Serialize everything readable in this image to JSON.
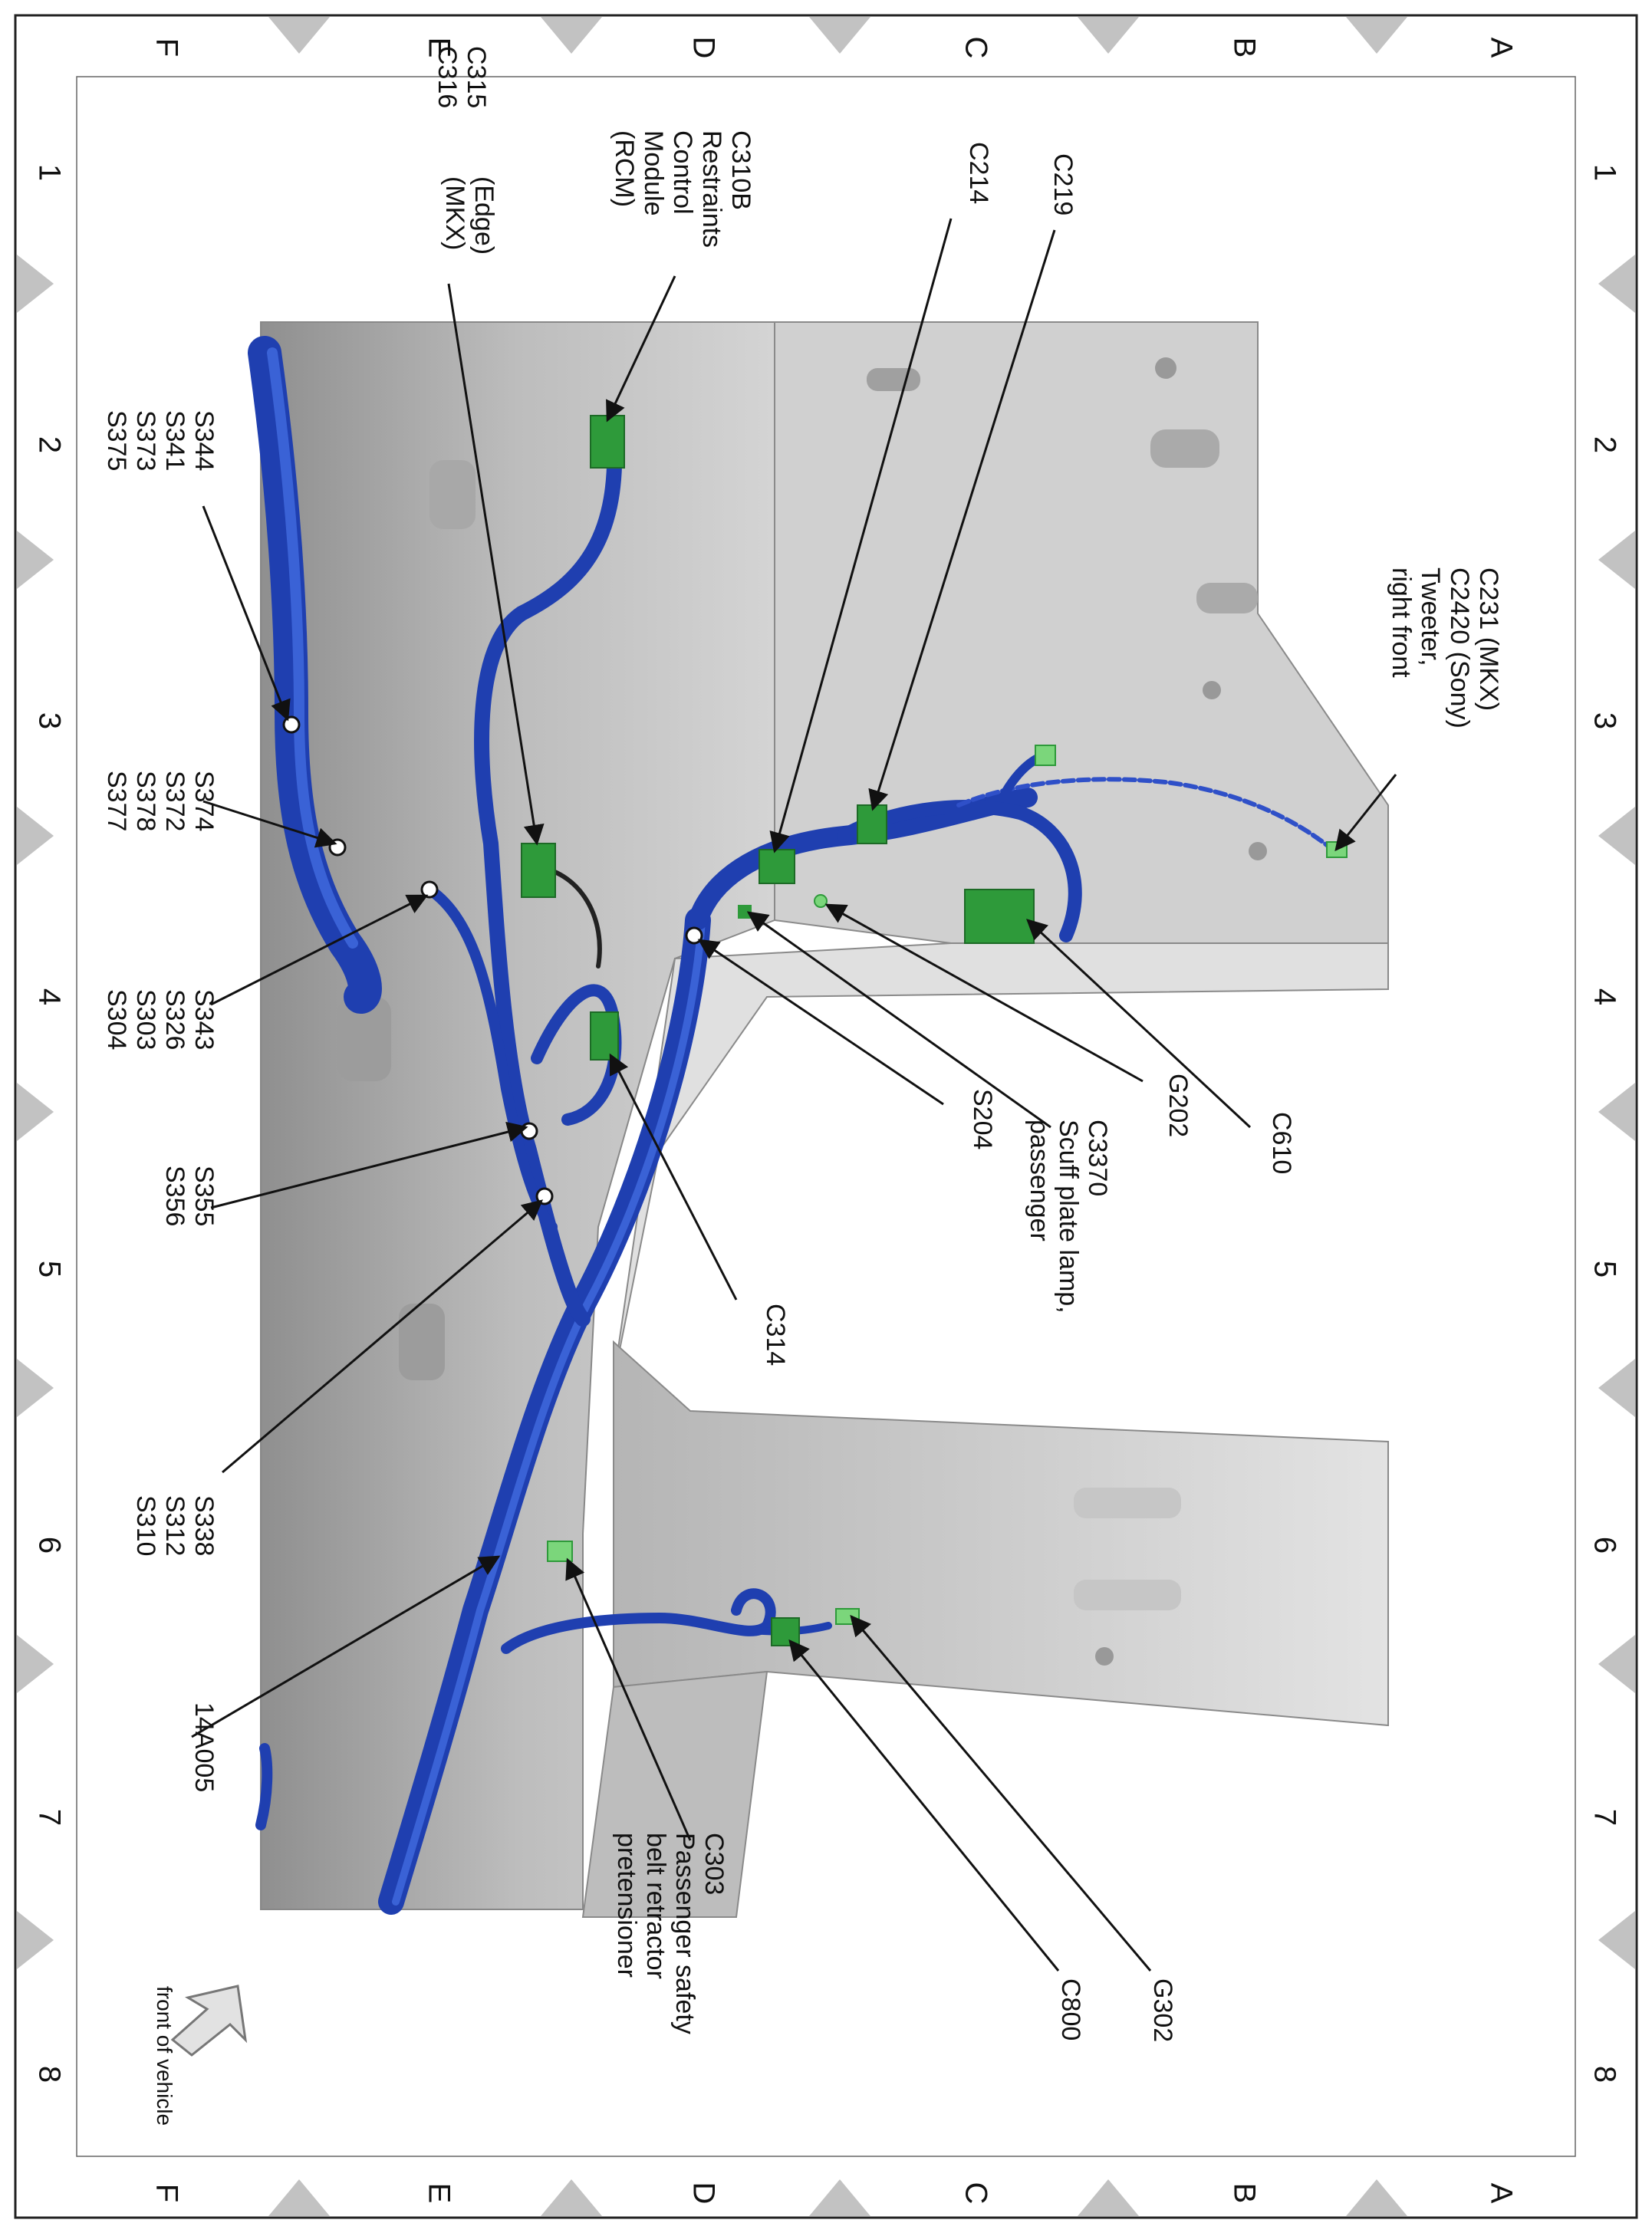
{
  "grid": {
    "rows": [
      "A",
      "B",
      "C",
      "D",
      "E",
      "F"
    ],
    "cols": [
      "1",
      "2",
      "3",
      "4",
      "5",
      "6",
      "7",
      "8"
    ]
  },
  "labels": {
    "c231": [
      "C231 (MKX)",
      "C2420 (Sony)",
      "Tweeter,",
      "right front"
    ],
    "c219": [
      "C219"
    ],
    "c214": [
      "C214"
    ],
    "c310b": [
      "C310B",
      "Restraints",
      "Control",
      "Module",
      "(RCM)"
    ],
    "c315": [
      "C315",
      "C316"
    ],
    "c315_models": [
      "(Edge)",
      "(MKX)"
    ],
    "s344": [
      "S344",
      "S341",
      "S373",
      "S375"
    ],
    "s374": [
      "S374",
      "S372",
      "S378",
      "S377"
    ],
    "s343": [
      "S343",
      "S326",
      "S303",
      "S304"
    ],
    "s355": [
      "S355",
      "S356"
    ],
    "s338": [
      "S338",
      "S312",
      "S310"
    ],
    "c610": [
      "C610"
    ],
    "g202": [
      "G202"
    ],
    "c3370": [
      "C3370",
      "Scuff plate lamp,",
      "passenger"
    ],
    "s204": [
      "S204"
    ],
    "c314": [
      "C314"
    ],
    "a14a005": [
      "14A005"
    ],
    "c303": [
      "C303",
      "Passenger safety",
      "belt retractor",
      "pretensioner"
    ],
    "c800": [
      "C800"
    ],
    "g302": [
      "G302"
    ],
    "front": [
      "front of vehicle"
    ]
  },
  "colors": {
    "harness": "#1f3fb0",
    "harness_light": "#3a62d6",
    "connector": "#2e9a3a",
    "connector_light": "#7bd67b",
    "body_panel": "#c9c9c9",
    "body_dark": "#9e9e9e",
    "border_triangle": "#c2c2c2"
  }
}
